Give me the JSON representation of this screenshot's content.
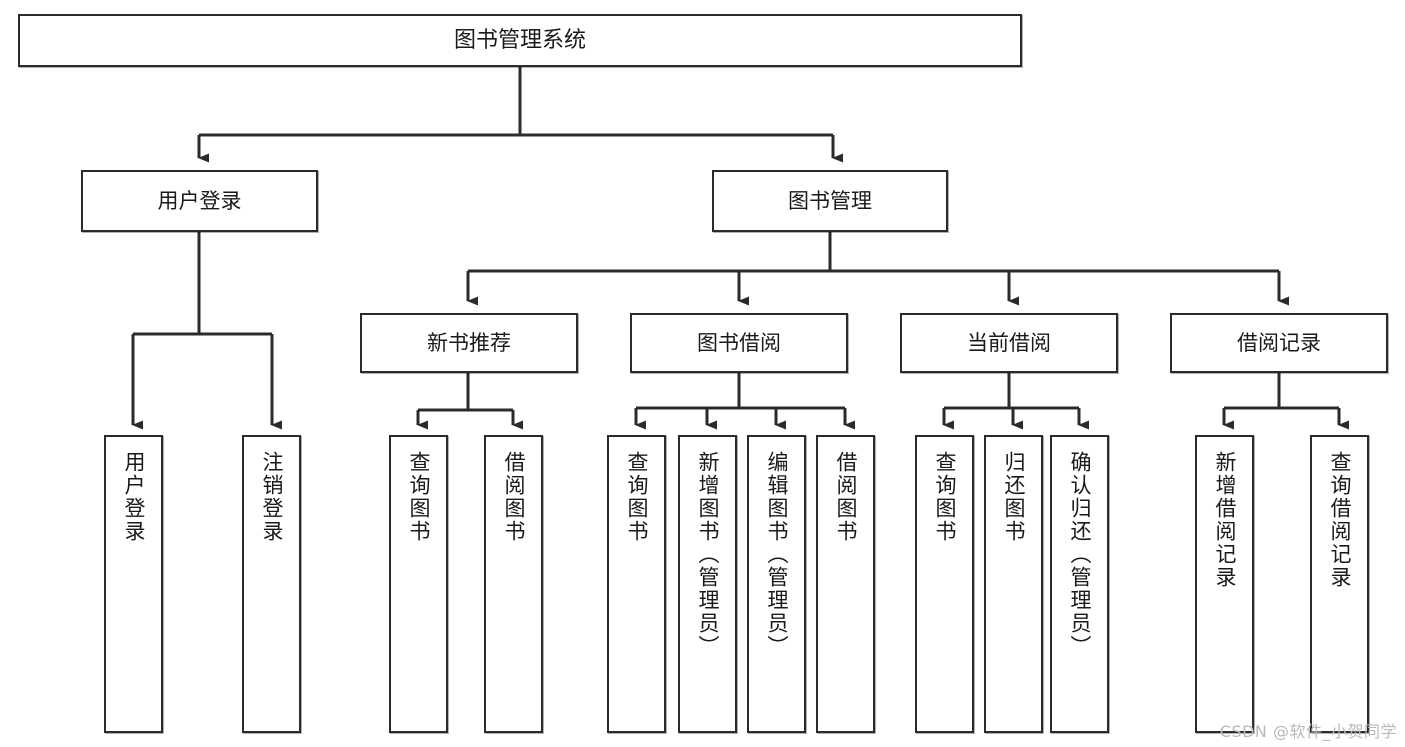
{
  "diagram": {
    "title": "图书管理系统",
    "type": "tree-diagram",
    "watermark": "CSDN @软件_小贺同学",
    "colors": {
      "box_border": "#2b2b2b",
      "box_fill": "#ffffff",
      "edge": "#2b2b2b",
      "text": "#1a1a1a",
      "watermark": "#b9b9b9"
    },
    "nodes": {
      "root": {
        "label": "图书管理系统",
        "orientation": "horizontal"
      },
      "level1": [
        {
          "label": "用户登录",
          "orientation": "horizontal"
        },
        {
          "label": "图书管理",
          "orientation": "horizontal"
        }
      ],
      "level2": [
        {
          "label": "新书推荐",
          "orientation": "horizontal"
        },
        {
          "label": "图书借阅",
          "orientation": "horizontal"
        },
        {
          "label": "当前借阅",
          "orientation": "horizontal"
        },
        {
          "label": "借阅记录",
          "orientation": "horizontal"
        }
      ],
      "leaves": [
        {
          "label": "用户登录",
          "orientation": "vertical",
          "parent": "用户登录"
        },
        {
          "label": "注销登录",
          "orientation": "vertical",
          "parent": "用户登录"
        },
        {
          "label": "查询图书",
          "orientation": "vertical",
          "parent": "新书推荐"
        },
        {
          "label": "借阅图书",
          "orientation": "vertical",
          "parent": "新书推荐"
        },
        {
          "label": "查询图书",
          "orientation": "vertical",
          "parent": "图书借阅"
        },
        {
          "label": "新增图书（管理员）",
          "orientation": "vertical",
          "parent": "图书借阅"
        },
        {
          "label": "编辑图书（管理员）",
          "orientation": "vertical",
          "parent": "图书借阅"
        },
        {
          "label": "借阅图书",
          "orientation": "vertical",
          "parent": "图书借阅"
        },
        {
          "label": "查询图书",
          "orientation": "vertical",
          "parent": "当前借阅"
        },
        {
          "label": "归还图书",
          "orientation": "vertical",
          "parent": "当前借阅"
        },
        {
          "label": "确认归还（管理员）",
          "orientation": "vertical",
          "parent": "当前借阅"
        },
        {
          "label": "新增借阅记录",
          "orientation": "vertical",
          "parent": "借阅记录"
        },
        {
          "label": "查询借阅记录",
          "orientation": "vertical",
          "parent": "借阅记录"
        }
      ]
    }
  }
}
